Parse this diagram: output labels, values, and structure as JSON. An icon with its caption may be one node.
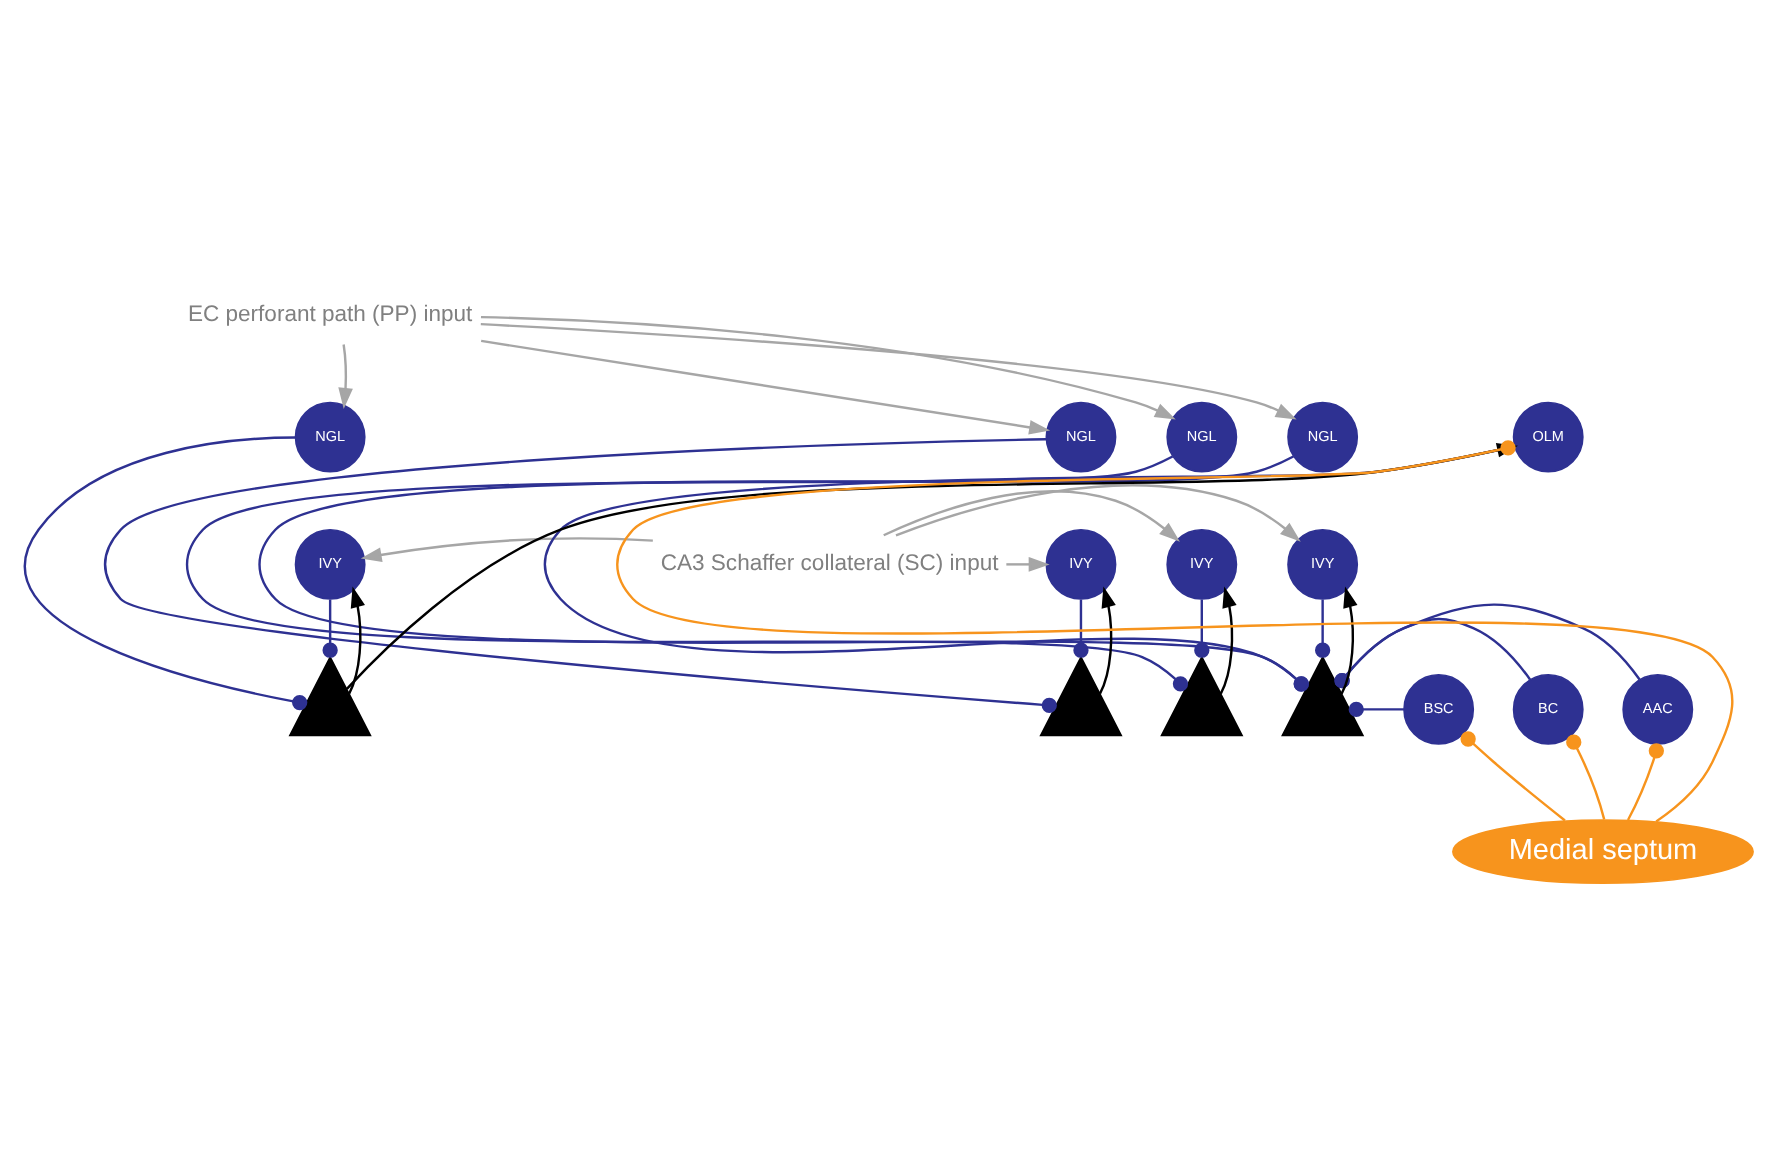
{
  "diagram": {
    "nodes": [
      {
        "text": [
          "EC perforant path (PP) input"
        ]
      },
      {
        "text": [
          "CA3 Schaffer collateral (SC) input"
        ]
      },
      {
        "text": [
          "NGL"
        ]
      },
      {
        "text": [
          "NGL"
        ]
      },
      {
        "text": [
          "NGL"
        ]
      },
      {
        "text": [
          "NGL"
        ]
      },
      {
        "text": [
          "OLM"
        ]
      },
      {
        "text": [
          "IVY"
        ]
      },
      {
        "text": [
          "IVY"
        ]
      },
      {
        "text": [
          "IVY"
        ]
      },
      {
        "text": [
          "IVY"
        ]
      },
      {
        "text": [
          "BSC"
        ]
      },
      {
        "text": [
          "BC"
        ]
      },
      {
        "text": [
          "AAC"
        ]
      },
      {
        "text": [],
        "shape": "triangle"
      },
      {
        "text": [],
        "shape": "triangle"
      },
      {
        "text": [],
        "shape": "triangle"
      },
      {
        "text": [],
        "shape": "triangle"
      },
      {
        "text": [
          "Medial septum"
        ]
      }
    ],
    "edges": [
      {
        "from": 0,
        "to": 2,
        "arrow": "to",
        "color": "#a6a6a6"
      },
      {
        "from": 0,
        "to": 3,
        "arrow": "to",
        "color": "#a6a6a6"
      },
      {
        "from": 0,
        "to": 4,
        "arrow": "to",
        "color": "#a6a6a6"
      },
      {
        "from": 0,
        "to": 5,
        "arrow": "to",
        "color": "#a6a6a6"
      },
      {
        "from": 1,
        "to": 7,
        "arrow": "to",
        "color": "#a6a6a6"
      },
      {
        "from": 1,
        "to": 8,
        "arrow": "to",
        "color": "#a6a6a6"
      },
      {
        "from": 1,
        "to": 9,
        "arrow": "to",
        "color": "#a6a6a6"
      },
      {
        "from": 1,
        "to": 10,
        "arrow": "to",
        "color": "#a6a6a6"
      },
      {
        "from": 2,
        "to": 14,
        "arrow": "other"
      },
      {
        "from": 3,
        "to": 15,
        "arrow": "other"
      },
      {
        "from": 4,
        "to": 16,
        "arrow": "other"
      },
      {
        "from": 5,
        "to": 17,
        "arrow": "other"
      },
      {
        "from": 7,
        "to": 14,
        "arrow": "other"
      },
      {
        "from": 8,
        "to": 15,
        "arrow": "other"
      },
      {
        "from": 9,
        "to": 16,
        "arrow": "other"
      },
      {
        "from": 10,
        "to": 17,
        "arrow": "other"
      },
      {
        "from": 11,
        "to": 17,
        "arrow": "other"
      },
      {
        "from": 12,
        "to": 17,
        "arrow": "other"
      },
      {
        "from": 13,
        "to": 17,
        "arrow": "other"
      },
      {
        "from": 6,
        "to": 17,
        "arrow": "other"
      },
      {
        "from": 14,
        "to": 7,
        "arrow": "to",
        "color": "#000000"
      },
      {
        "from": 15,
        "to": 8,
        "arrow": "to",
        "color": "#000000"
      },
      {
        "from": 16,
        "to": 9,
        "arrow": "to",
        "color": "#000000"
      },
      {
        "from": 17,
        "to": 10,
        "arrow": "to",
        "color": "#000000"
      },
      {
        "from": 14,
        "to": 6,
        "arrow": "to",
        "color": "#000000"
      },
      {
        "from": 18,
        "to": 6,
        "arrow": "other",
        "color": "#f7941d"
      },
      {
        "from": 18,
        "to": 11,
        "arrow": "other",
        "color": "#f7941d"
      },
      {
        "from": 18,
        "to": 12,
        "arrow": "other",
        "color": "#f7941d"
      },
      {
        "from": 18,
        "to": 13,
        "arrow": "other",
        "color": "#f7941d"
      }
    ]
  }
}
